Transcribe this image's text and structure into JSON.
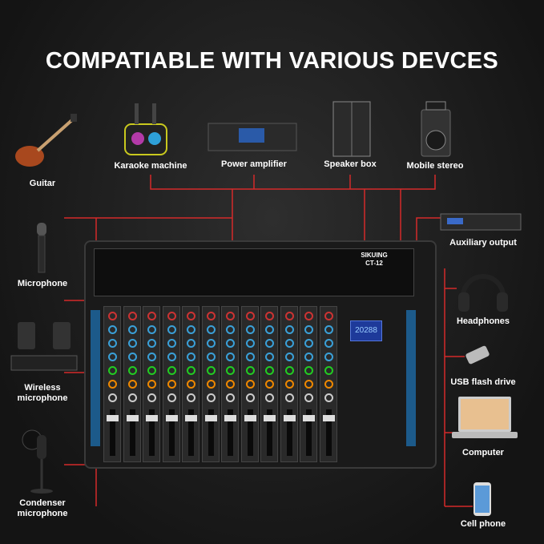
{
  "title": "COMPATIABLE WITH VARIOUS DEVCES",
  "devices": {
    "guitar": "Guitar",
    "karaoke": "Karaoke machine",
    "amplifier": "Power amplifier",
    "speaker": "Speaker box",
    "stereo": "Mobile stereo",
    "aux": "Auxiliary output",
    "microphone": "Microphone",
    "headphones": "Headphones",
    "wireless_1": "Wireless",
    "wireless_2": "microphone",
    "usb": "USB flash drive",
    "computer": "Computer",
    "condenser_1": "Condenser",
    "condenser_2": "microphone",
    "phone": "Cell phone"
  },
  "mixer": {
    "brand": "SIKUING",
    "model": "CT-12",
    "display": "20288"
  },
  "colors": {
    "line": "#d42a2a",
    "background": "#1c1c1c",
    "panel": "#1c5a8a"
  }
}
